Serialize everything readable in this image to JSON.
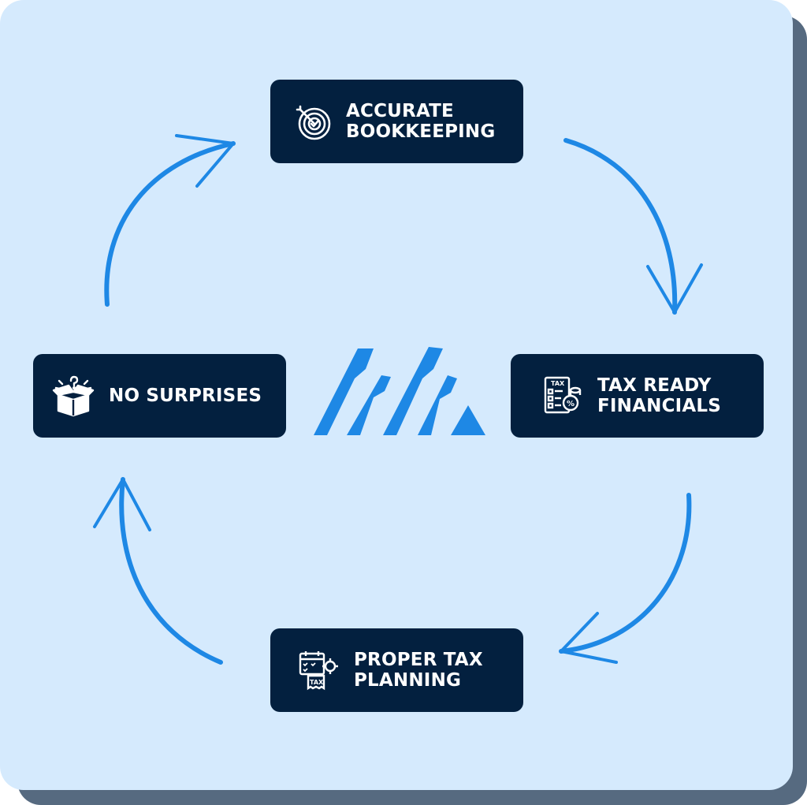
{
  "diagram": {
    "type": "cycle",
    "accent_color": "#1e88e5",
    "node_color": "#03203f",
    "background_color": "#d5eafd",
    "nodes": [
      {
        "id": "accurate-bookkeeping",
        "label": "ACCURATE\nBOOKKEEPING",
        "icon": "target-icon"
      },
      {
        "id": "tax-ready-financials",
        "label": "TAX READY\nFINANCIALS",
        "icon": "tax-document-icon"
      },
      {
        "id": "proper-tax-planning",
        "label": "PROPER TAX\nPLANNING",
        "icon": "tax-calendar-icon"
      },
      {
        "id": "no-surprises",
        "label": "NO SURPRISES",
        "icon": "surprise-box-icon"
      }
    ],
    "edges": [
      {
        "from": "accurate-bookkeeping",
        "to": "tax-ready-financials"
      },
      {
        "from": "tax-ready-financials",
        "to": "proper-tax-planning"
      },
      {
        "from": "proper-tax-planning",
        "to": "no-surprises"
      },
      {
        "from": "no-surprises",
        "to": "accurate-bookkeeping"
      }
    ],
    "center_logo": "mountain-logo-icon"
  }
}
